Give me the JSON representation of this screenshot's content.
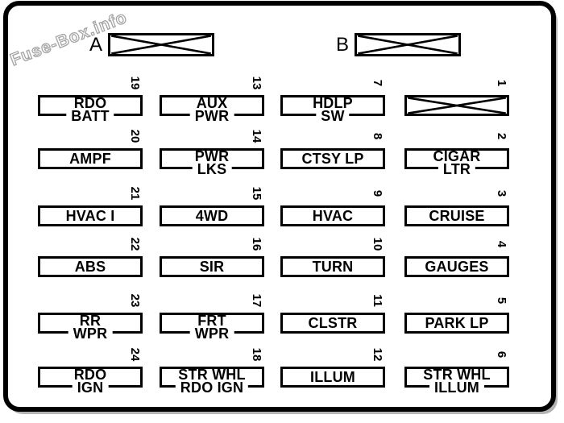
{
  "watermark": {
    "text": "Fuse-Box.info"
  },
  "colors": {
    "line": "#000000",
    "background": "#ffffff",
    "shadow": "#b4b4b4",
    "watermark_outline": "#a4a4a4"
  },
  "connectors": [
    {
      "label": "A",
      "crossed": true
    },
    {
      "label": "B",
      "crossed": true
    }
  ],
  "fuses": [
    {
      "number": "1",
      "lines": [],
      "crossed": true,
      "col": 3,
      "row": 0
    },
    {
      "number": "2",
      "lines": [
        "CIGAR",
        "LTR"
      ],
      "crossed": false,
      "col": 3,
      "row": 1
    },
    {
      "number": "3",
      "lines": [
        "CRUISE"
      ],
      "crossed": false,
      "col": 3,
      "row": 2
    },
    {
      "number": "4",
      "lines": [
        "GAUGES"
      ],
      "crossed": false,
      "col": 3,
      "row": 3
    },
    {
      "number": "5",
      "lines": [
        "PARK LP"
      ],
      "crossed": false,
      "col": 3,
      "row": 4
    },
    {
      "number": "6",
      "lines": [
        "STR WHL",
        "ILLUM"
      ],
      "crossed": false,
      "col": 3,
      "row": 5
    },
    {
      "number": "7",
      "lines": [
        "HDLP",
        "SW"
      ],
      "crossed": false,
      "col": 2,
      "row": 0
    },
    {
      "number": "8",
      "lines": [
        "CTSY LP"
      ],
      "crossed": false,
      "col": 2,
      "row": 1
    },
    {
      "number": "9",
      "lines": [
        "HVAC"
      ],
      "crossed": false,
      "col": 2,
      "row": 2
    },
    {
      "number": "10",
      "lines": [
        "TURN"
      ],
      "crossed": false,
      "col": 2,
      "row": 3
    },
    {
      "number": "11",
      "lines": [
        "CLSTR"
      ],
      "crossed": false,
      "col": 2,
      "row": 4
    },
    {
      "number": "12",
      "lines": [
        "ILLUM"
      ],
      "crossed": false,
      "col": 2,
      "row": 5
    },
    {
      "number": "13",
      "lines": [
        "AUX",
        "PWR"
      ],
      "crossed": false,
      "col": 1,
      "row": 0
    },
    {
      "number": "14",
      "lines": [
        "PWR",
        "LKS"
      ],
      "crossed": false,
      "col": 1,
      "row": 1
    },
    {
      "number": "15",
      "lines": [
        "4WD"
      ],
      "crossed": false,
      "col": 1,
      "row": 2
    },
    {
      "number": "16",
      "lines": [
        "SIR"
      ],
      "crossed": false,
      "col": 1,
      "row": 3
    },
    {
      "number": "17",
      "lines": [
        "FRT",
        "WPR"
      ],
      "crossed": false,
      "col": 1,
      "row": 4
    },
    {
      "number": "18",
      "lines": [
        "STR WHL",
        "RDO IGN"
      ],
      "crossed": false,
      "col": 1,
      "row": 5
    },
    {
      "number": "19",
      "lines": [
        "RDO",
        "BATT"
      ],
      "crossed": false,
      "col": 0,
      "row": 0
    },
    {
      "number": "20",
      "lines": [
        "AMPF"
      ],
      "crossed": false,
      "col": 0,
      "row": 1
    },
    {
      "number": "21",
      "lines": [
        "HVAC I"
      ],
      "crossed": false,
      "col": 0,
      "row": 2
    },
    {
      "number": "22",
      "lines": [
        "ABS"
      ],
      "crossed": false,
      "col": 0,
      "row": 3
    },
    {
      "number": "23",
      "lines": [
        "RR",
        "WPR"
      ],
      "crossed": false,
      "col": 0,
      "row": 4
    },
    {
      "number": "24",
      "lines": [
        "RDO",
        "IGN"
      ],
      "crossed": false,
      "col": 0,
      "row": 5
    }
  ]
}
